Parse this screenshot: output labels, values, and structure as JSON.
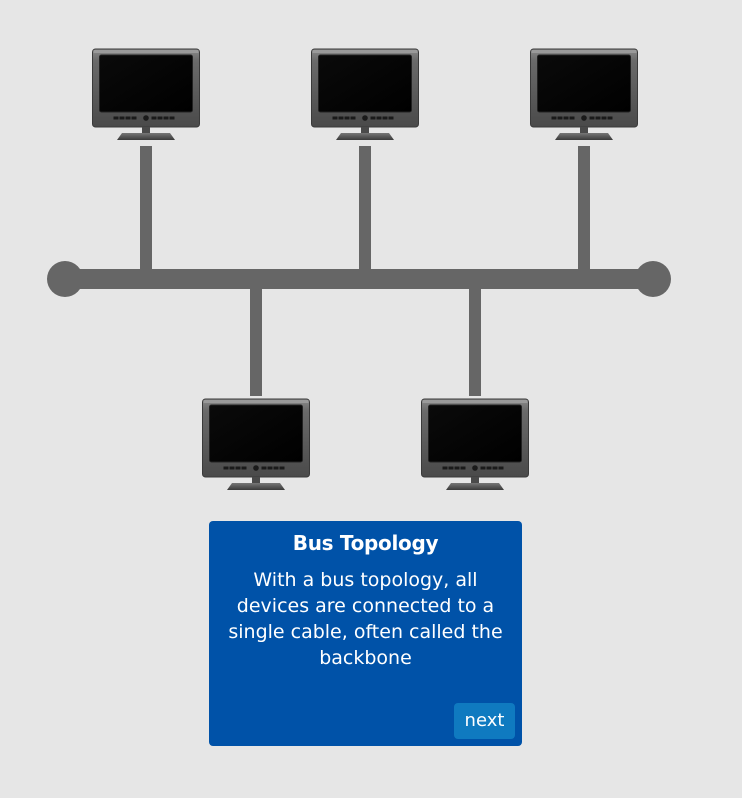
{
  "diagram": {
    "type": "bus-topology",
    "nodes": [
      {
        "kind": "computer-monitor",
        "side": "above"
      },
      {
        "kind": "computer-monitor",
        "side": "above"
      },
      {
        "kind": "computer-monitor",
        "side": "above"
      },
      {
        "kind": "computer-monitor",
        "side": "below"
      },
      {
        "kind": "computer-monitor",
        "side": "below"
      }
    ],
    "colors": {
      "background": "#e6e6e6",
      "cable": "#666666",
      "monitor_frame": "#5a5a5a",
      "monitor_screen": "#000000"
    }
  },
  "card": {
    "title": "Bus Topology",
    "body": "With a bus topology, all devices are connected to a single cable, often called the backbone",
    "next_label": "next",
    "colors": {
      "background": "#0052a8",
      "button": "#0f7ac0",
      "text": "#ffffff"
    }
  }
}
